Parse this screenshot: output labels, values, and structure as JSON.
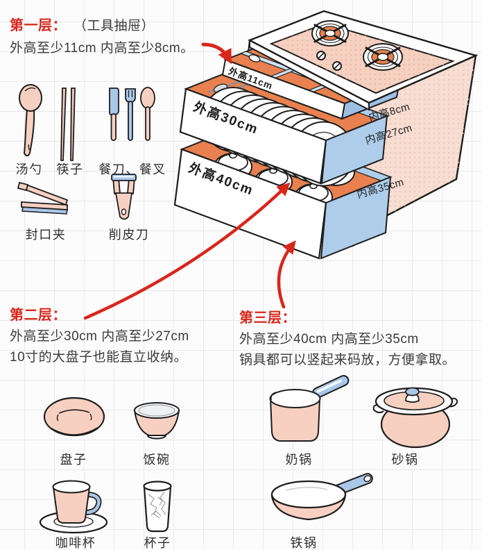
{
  "colors": {
    "red": "#d9261b",
    "pink": "#f8d0c2",
    "stove_pink": "#f6d0c0",
    "orange": "#e8814f",
    "light_blue": "#aecdeb",
    "mid_blue": "#8fb4dc",
    "dark_blue": "#3e6096",
    "ink": "#1c1c1c"
  },
  "sections": {
    "layer1": {
      "heading": "第一层：",
      "note": "（工具抽屉）",
      "line1": "外高至少11cm 内高至少8cm。"
    },
    "layer2": {
      "heading": "第二层：",
      "line1": "外高至少30cm 内高至少27cm",
      "line2": "10寸的大盘子也能直立收纳。"
    },
    "layer3": {
      "heading": "第三层：",
      "line1": "外高至少40cm 内高至少35cm",
      "line2": "锅具都可以竖起来码放，方便拿取。"
    }
  },
  "cabinet": {
    "drawer_labels": [
      "外高11cm",
      "外高30cm",
      "外高40cm"
    ],
    "inner_labels": [
      "内高8cm",
      "内高27cm",
      "内高35cm"
    ]
  },
  "tool_items": [
    {
      "label": "汤勺"
    },
    {
      "label": "筷子"
    },
    {
      "label": "餐刀、餐叉"
    },
    {
      "label": "封口夹"
    },
    {
      "label": "削皮刀"
    }
  ],
  "dish_items": [
    {
      "label": "盘子"
    },
    {
      "label": "饭碗"
    },
    {
      "label": "奶锅"
    },
    {
      "label": "砂锅"
    },
    {
      "label": "咖啡杯"
    },
    {
      "label": "杯子"
    },
    {
      "label": "铁锅"
    }
  ]
}
